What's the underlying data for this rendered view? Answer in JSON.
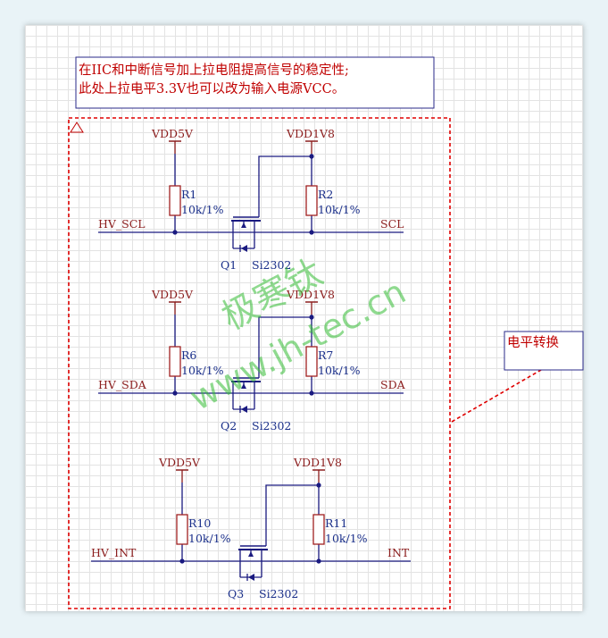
{
  "note": {
    "line1": "在IIC和中断信号加上拉电阻提高信号的稳定性;",
    "line2": "此处上拉电平3.3V也可以改为输入电源VCC。"
  },
  "callout": {
    "text": "电平转换"
  },
  "sections": [
    {
      "vin": "VDD5V",
      "vout": "VDD1V8",
      "r1": "R1",
      "r1_val": "10k/1%",
      "r2": "R2",
      "r2_val": "10k/1%",
      "net_in": "HV_SCL",
      "net_out": "SCL",
      "q": "Q1",
      "q_part": "Si2302"
    },
    {
      "vin": "VDD5V",
      "vout": "VDD1V8",
      "r1": "R6",
      "r1_val": "10k/1%",
      "r2": "R7",
      "r2_val": "10k/1%",
      "net_in": "HV_SDA",
      "net_out": "SDA",
      "q": "Q2",
      "q_part": "Si2302"
    },
    {
      "vin": "VDD5V",
      "vout": "VDD1V8",
      "r1": "R10",
      "r1_val": "10k/1%",
      "r2": "R11",
      "r2_val": "10k/1%",
      "net_in": "HV_INT",
      "net_out": "INT",
      "q": "Q3",
      "q_part": "Si2302"
    }
  ],
  "watermark": {
    "name": "极寒钛",
    "url": "www.jh-tec.cn"
  },
  "colors": {
    "wire": "#1a1a80",
    "power": "#8b1d1d",
    "component": "#1a2f8a",
    "note": "#c00000",
    "border": "#e00000"
  }
}
